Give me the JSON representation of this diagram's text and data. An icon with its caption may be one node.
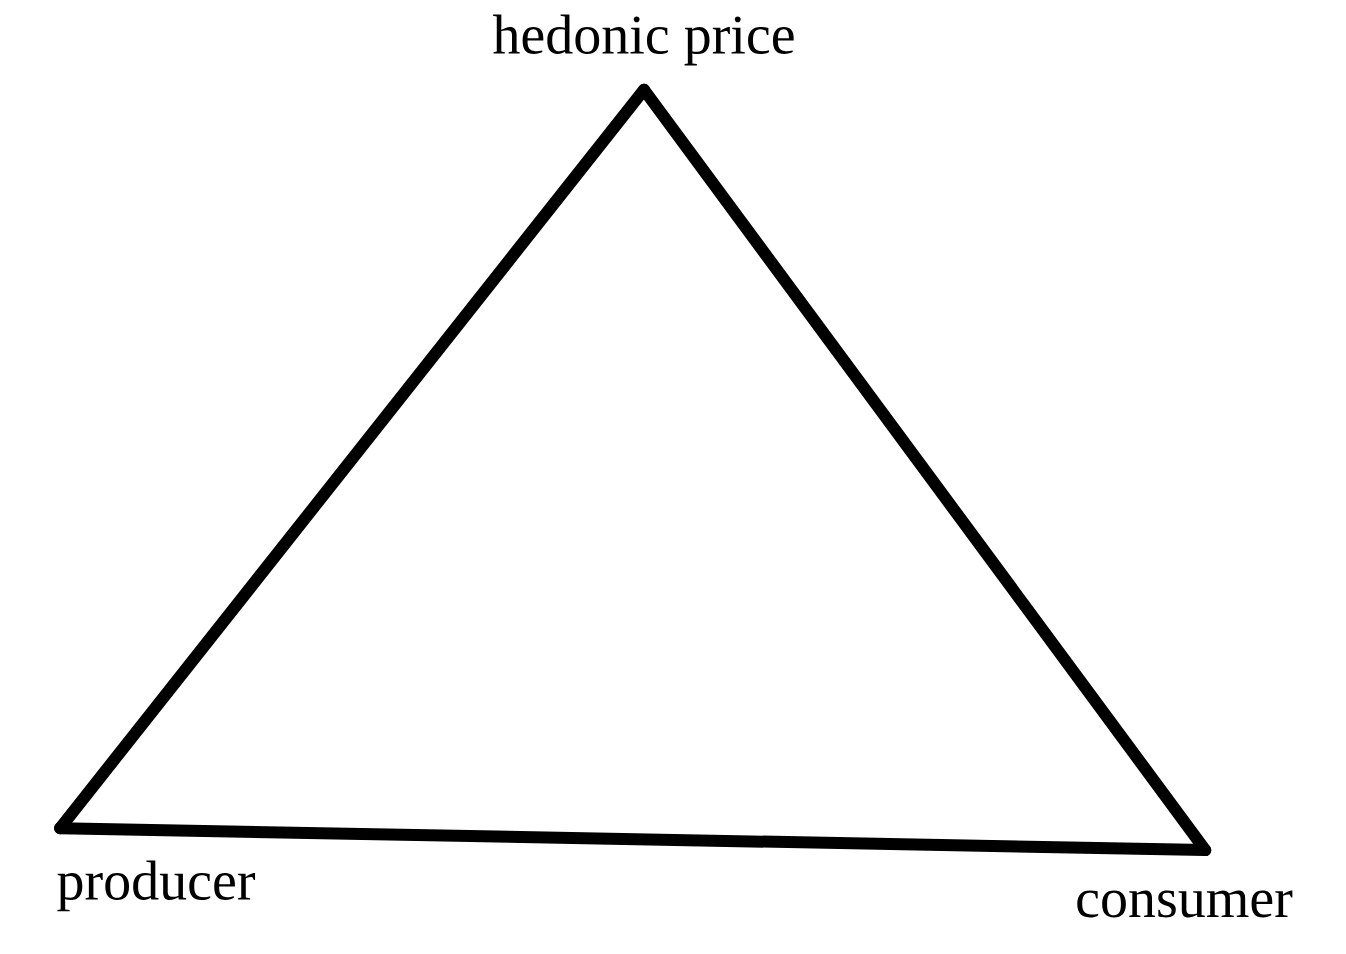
{
  "diagram": {
    "nodes": [
      {
        "text": [
          "hedonic price"
        ]
      },
      {
        "text": [
          "producer"
        ]
      },
      {
        "text": [
          "consumer"
        ]
      }
    ],
    "edges": [
      {
        "from": 0,
        "to": 1,
        "arrow": "none"
      },
      {
        "from": 1,
        "to": 2,
        "arrow": "none"
      },
      {
        "from": 2,
        "to": 0,
        "arrow": "none"
      }
    ]
  }
}
